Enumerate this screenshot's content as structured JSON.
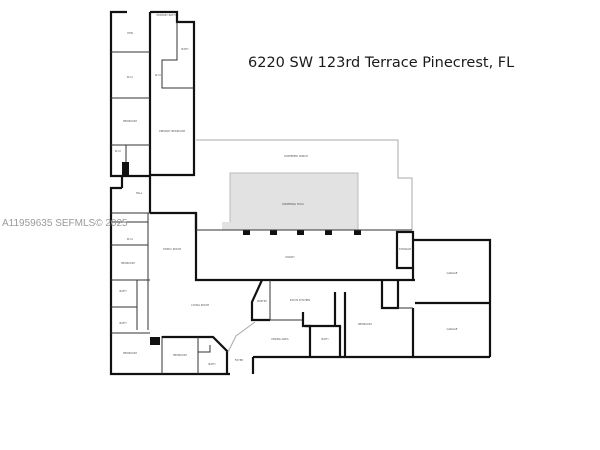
{
  "title": "6220 SW 123rd Terrace Pinecrest, FL",
  "watermark": "A11959635  SEFMLS© 2025",
  "rooms": {
    "den": "DEN",
    "primary_bath": "PRIMARY BATH",
    "wic1": "W.I.C",
    "bath1": "BATH",
    "wic2": "W.I.C",
    "bedroom1": "BEDROOM",
    "primary_bedroom": "PRIMARY BEDROOM",
    "wic3": "W.I.C",
    "hall": "HALL",
    "family_room": "FAMILY ROOM",
    "wic4": "W.I.C",
    "bedroom2": "BEDROOM",
    "bath2": "BATH",
    "bath3": "BATH",
    "bedroom3": "BEDROOM",
    "bedroom4": "BEDROOM",
    "living_room": "LIVING ROOM",
    "screened_porch": "SCREENED PORCH",
    "swimming_pool": "SWIMMING POOL",
    "porch": "PORCH",
    "storage": "STORAGE",
    "garage1": "GARAGE",
    "garage2": "GARAGE",
    "pantry": "PANTRY",
    "kitchen": "EAT-IN KITCHEN",
    "dining": "DINING AREA",
    "bath4": "BATH",
    "bedroom5": "BEDROOM",
    "bath5": "BATH",
    "foyer": "FOYER"
  }
}
